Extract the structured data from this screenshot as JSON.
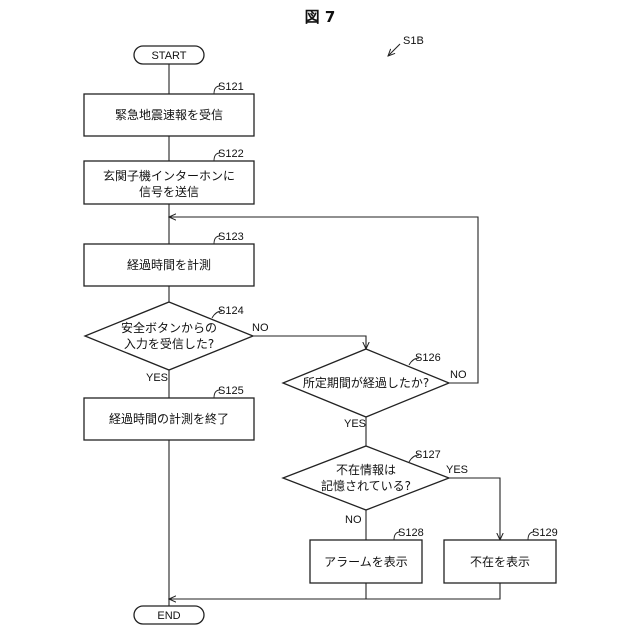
{
  "figure": {
    "title": "図 7",
    "reference": "S1B"
  },
  "nodes": {
    "start": {
      "label": "START"
    },
    "s121": {
      "step": "S121",
      "lines": [
        "緊急地震速報を受信"
      ]
    },
    "s122": {
      "step": "S122",
      "lines": [
        "玄関子機インターホンに",
        "信号を送信"
      ]
    },
    "s123": {
      "step": "S123",
      "lines": [
        "経過時間を計測"
      ]
    },
    "s124": {
      "step": "S124",
      "lines": [
        "安全ボタンからの",
        "入力を受信した?"
      ]
    },
    "s125": {
      "step": "S125",
      "lines": [
        "経過時間の計測を終了"
      ]
    },
    "s126": {
      "step": "S126",
      "lines": [
        "所定期間が経過したか?"
      ]
    },
    "s127": {
      "step": "S127",
      "lines": [
        "不在情報は",
        "記憶されている?"
      ]
    },
    "s128": {
      "step": "S128",
      "lines": [
        "アラームを表示"
      ]
    },
    "s129": {
      "step": "S129",
      "lines": [
        "不在を表示"
      ]
    },
    "end": {
      "label": "END"
    }
  },
  "branches": {
    "s124_no": "NO",
    "s124_yes": "YES",
    "s126_no": "NO",
    "s126_yes": "YES",
    "s127_yes": "YES",
    "s127_no": "NO"
  }
}
